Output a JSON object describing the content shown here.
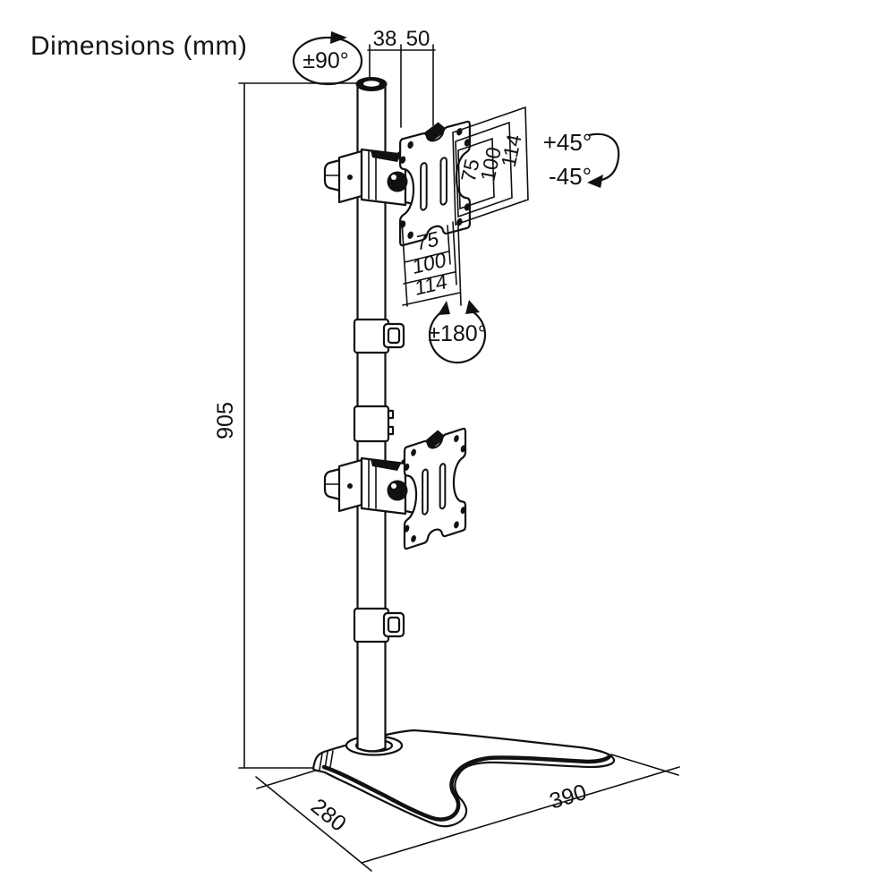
{
  "title": "Dimensions (mm)",
  "dims": {
    "swivel": "±90°",
    "top_width_inner": "38",
    "top_width_outer": "50",
    "tilt_up": "+45°",
    "tilt_down": "-45°",
    "rotate": "±180°",
    "vesa_right": [
      "75",
      "100",
      "114"
    ],
    "vesa_bottom": [
      "75",
      "100",
      "114"
    ],
    "height": "905",
    "base_depth": "280",
    "base_width": "390"
  },
  "colors": {
    "ink": "#111111",
    "background": "#ffffff"
  }
}
